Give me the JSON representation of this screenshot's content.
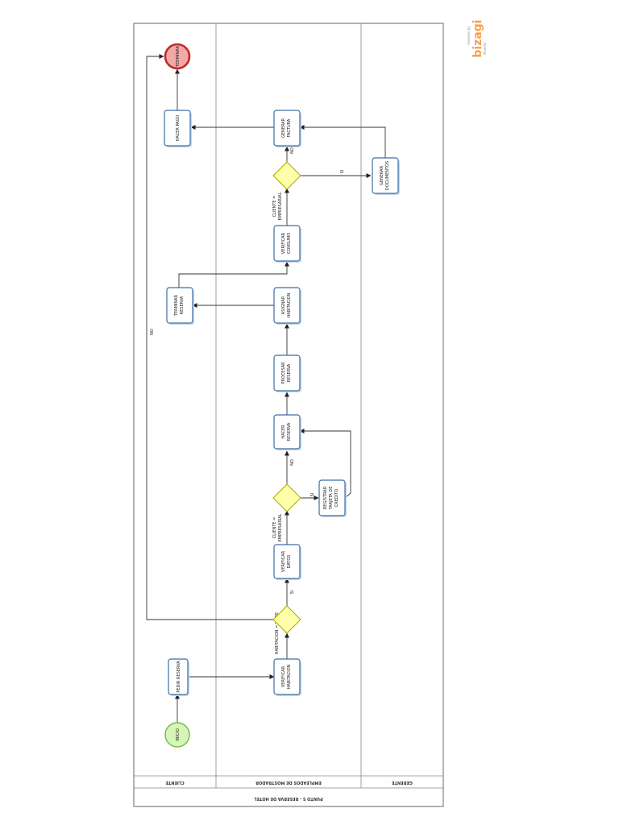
{
  "pool": {
    "title": "PUNTO 5 - RESERVA DE HOTEL"
  },
  "lanes": [
    {
      "id": "cliente",
      "title": "CLIENTE"
    },
    {
      "id": "empleados",
      "title": "EMPLEADOS DE MOSTRADOR"
    },
    {
      "id": "gerente",
      "title": "GERENTE"
    }
  ],
  "events": {
    "start": "INICIO",
    "end": "TERMINAR"
  },
  "tasks": {
    "pedir_reserva": [
      "PEDIR RESERVA"
    ],
    "verificar_habitacion": [
      "VERIFICAR",
      "HABITACION"
    ],
    "verificar_datos": [
      "VERIFICAR",
      "DATOS"
    ],
    "registrar_tarjeta": [
      "REGISTRAR",
      "TARJETA DE",
      "CREDITO"
    ],
    "hacer_reserva": [
      "HACER",
      "RESERVA"
    ],
    "procesar_reserva": [
      "PROCESAR",
      "RESERVA"
    ],
    "asignar_habitacion": [
      "ASIGNAR",
      "HABITACION"
    ],
    "terminar_reserva": [
      "TERMINAR",
      "RESERVA"
    ],
    "verificar_consumo": [
      "VERIFICAR",
      "CONSUMO"
    ],
    "generar_factura": [
      "GENERAR",
      "FACTURA"
    ],
    "generar_documentos": [
      "GENERAR",
      "DOCUMENTOS"
    ],
    "hacer_pago": [
      "HACER PAGO"
    ]
  },
  "flow_labels": {
    "habitacion_libre": "HABITACION = LIBRE",
    "si_1": "SI",
    "no_1": "NO",
    "cliente_empresarial_1": [
      "CLIENTE =",
      "EMPRESARIAL"
    ],
    "si_2": "SI",
    "no_2": "NO",
    "cliente_empresarial_2": [
      "CLIENTE =",
      "EMPRESARIAL"
    ],
    "si_3": "SI",
    "no_3": "NO"
  },
  "watermark": {
    "powered_by": "Powered by",
    "brand": "bizagi",
    "product": "Modeler",
    "brand_color": "#f6a248"
  },
  "colors": {
    "task_stroke": "#3b6fa5",
    "start_fill": "#d6f5b8",
    "end_fill": "#f4a9a9",
    "gateway_fill": "#ffffaa"
  }
}
